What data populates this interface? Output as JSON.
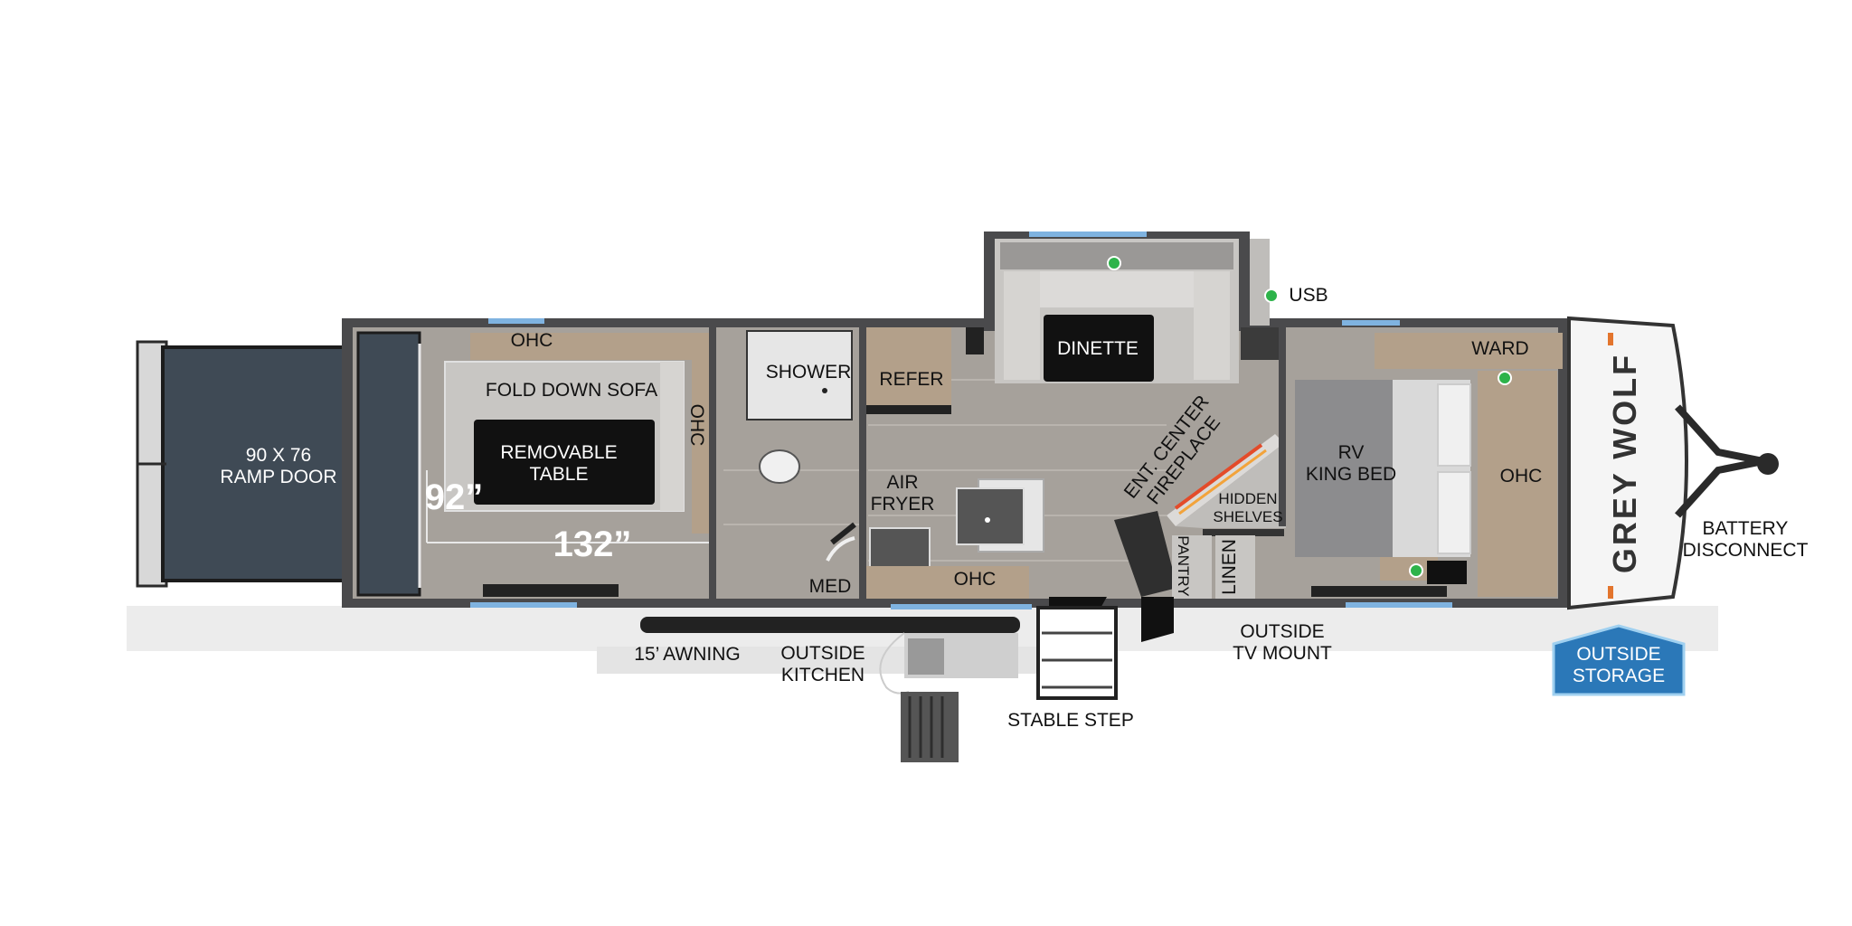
{
  "brand": {
    "logo_text": "GREY WOLF"
  },
  "colors": {
    "exterior_wall": "#4a4a4c",
    "floor": "#a6a19b",
    "cabinet_wood": "#b3a08a",
    "dark_panel": "#111111",
    "ramp": "#3f4a55",
    "window": "#7fb3e0",
    "outlet_dot": "#2db34a",
    "storage": "#2b78b8",
    "bed": "#8c8c8e"
  },
  "rooms": {
    "ramp_door": [
      "90 X 76",
      "RAMP DOOR"
    ],
    "ohc_garage": "OHC",
    "fold_down_sofa": "FOLD DOWN SOFA",
    "ohc_garage_side": "OHC",
    "removable_table": [
      "REMOVABLE",
      "TABLE"
    ],
    "dim_height": "92”",
    "dim_length": "132”",
    "shower": "SHOWER",
    "med": "MED",
    "refer": "REFER",
    "air_fryer": [
      "AIR",
      "FRYER"
    ],
    "ohc_kitchen": "OHC",
    "dinette": "DINETTE",
    "ent_center": [
      "ENT. CENTER",
      "FIREPLACE"
    ],
    "hidden_shelves": [
      "HIDDEN",
      "SHELVES"
    ],
    "pantry": "PANTRY",
    "linen": "LINEN",
    "bed": [
      "RV",
      "KING BED"
    ],
    "ward": "WARD",
    "ohc_bedroom": "OHC"
  },
  "exterior": {
    "usb": "USB",
    "awning": "15’ AWNING",
    "outside_kitchen": [
      "OUTSIDE",
      "KITCHEN"
    ],
    "stable_step": "STABLE STEP",
    "outside_tv": [
      "OUTSIDE",
      "TV MOUNT"
    ],
    "battery": [
      "BATTERY",
      "DISCONNECT"
    ],
    "outside_storage": [
      "OUTSIDE",
      "STORAGE"
    ]
  }
}
